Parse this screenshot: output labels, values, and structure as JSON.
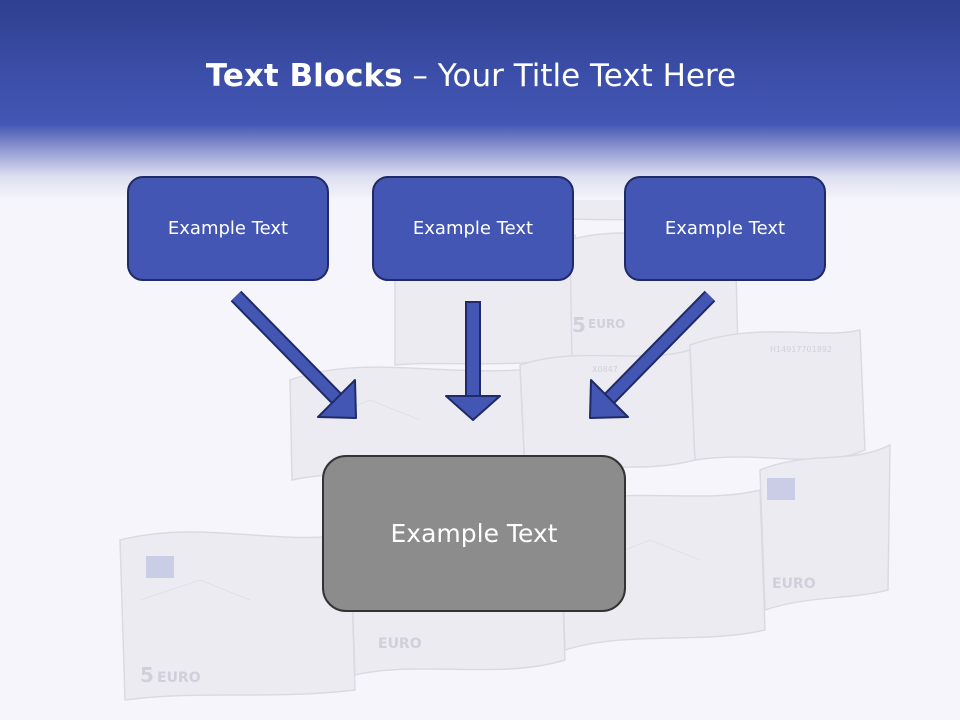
{
  "title": {
    "bold": "Text Blocks",
    "rest": " – Your Title Text Here"
  },
  "boxes": {
    "left": "Example Text",
    "middle": "Example Text",
    "right": "Example Text",
    "center": "Example Text"
  },
  "background": {
    "note_labels": [
      "EURO",
      "EURO",
      "EURO",
      "EURO"
    ],
    "denomination": "5",
    "serials": [
      "H14917701892",
      "X0847"
    ]
  },
  "colors": {
    "header": "#3c4faa",
    "box_fill": "#4356b3",
    "box_border": "#1f2a66",
    "center_fill": "#8c8c8c",
    "arrow_fill": "#4356b3"
  }
}
